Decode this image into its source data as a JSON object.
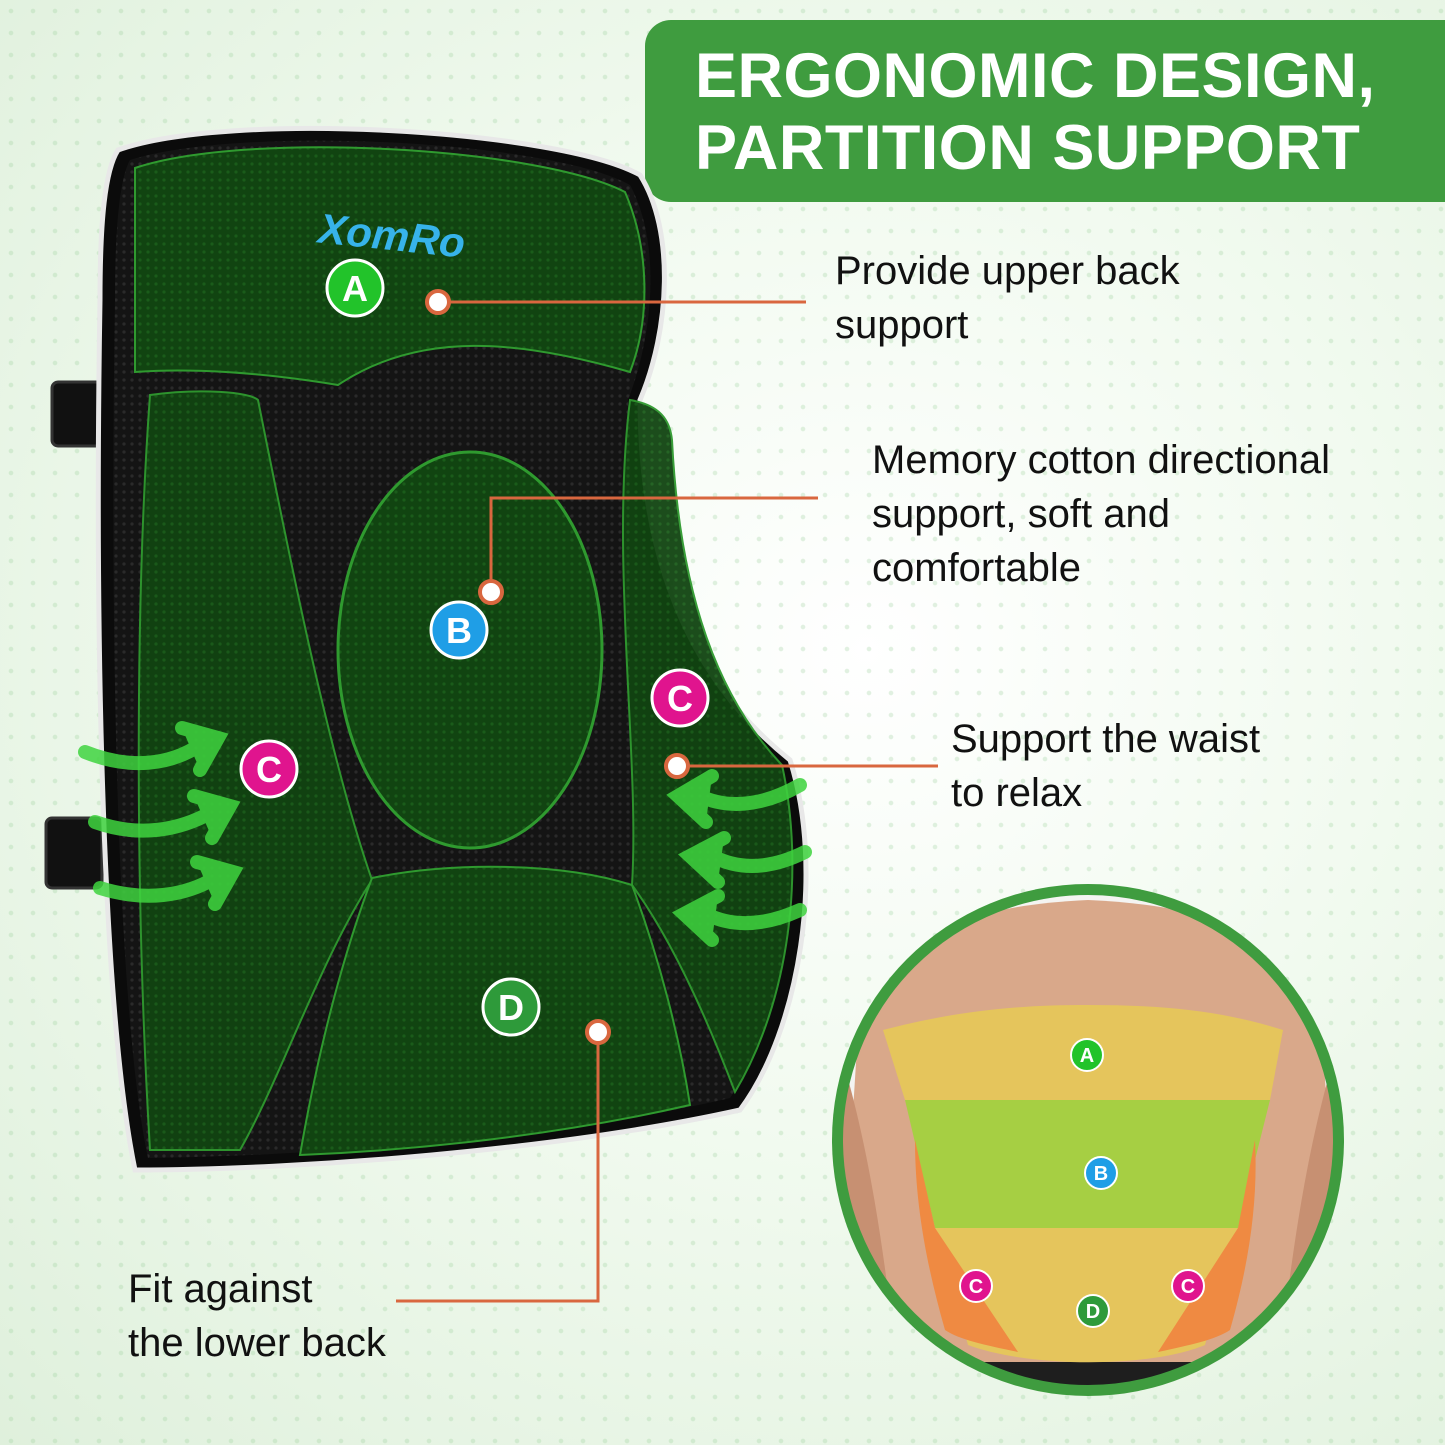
{
  "banner": {
    "line1": "ERGONOMIC DESIGN,",
    "line2": "PARTITION SUPPORT"
  },
  "brand": {
    "logo": "XomRo"
  },
  "colors": {
    "banner": "#3f9c3f",
    "zone_a": "#22c32a",
    "zone_b": "#1f9ee6",
    "zone_c": "#e0148e",
    "zone_d": "#2e9a3a",
    "leader": "#d9673f"
  },
  "zones": {
    "a": "A",
    "b": "B",
    "c": "C",
    "d": "D"
  },
  "callouts": {
    "upper": {
      "line1": "Provide upper back",
      "line2": "support"
    },
    "memory": {
      "line1": "Memory cotton directional",
      "line2": "support, soft and",
      "line3": "comfortable"
    },
    "waist": {
      "line1": "Support the waist",
      "line2": "to relax"
    },
    "lower": {
      "line1": "Fit against",
      "line2": "the lower back"
    }
  }
}
